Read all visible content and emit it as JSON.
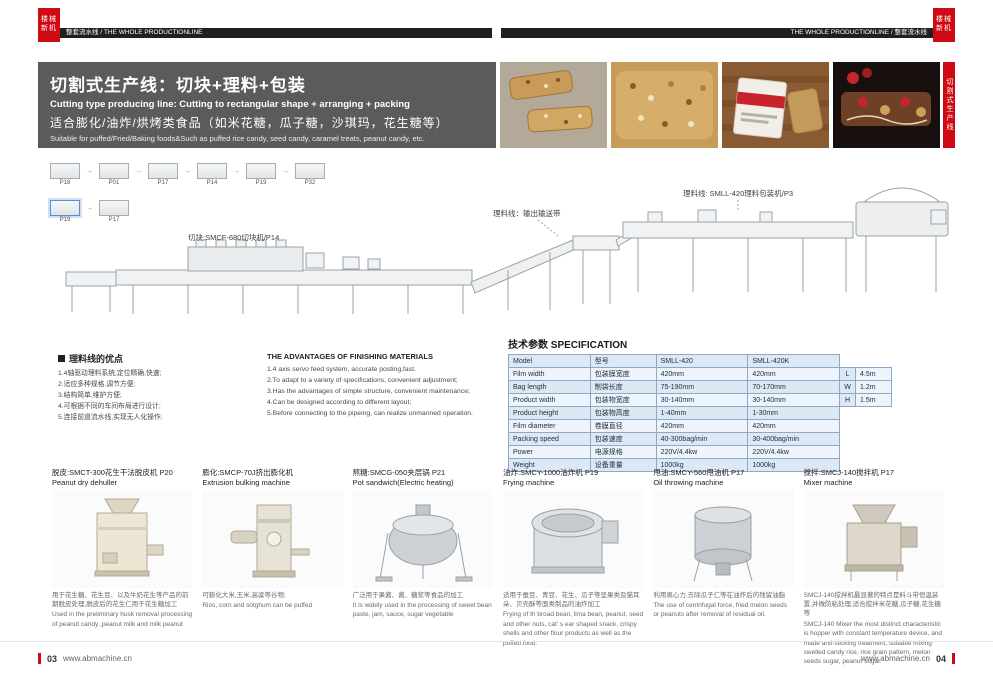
{
  "brand": {
    "logo_line1": "楼械",
    "logo_line2": "新机"
  },
  "header": {
    "left_bar": "整套流水线 / THE WHOLE PRODUCTIONLINE",
    "right_bar": "THE WHOLE PRODUCTIONLINE / 整套流水线"
  },
  "banner": {
    "title_cn": "切割式生产线：切块+理料+包装",
    "title_en": "Cutting type producing line:  Cutting to rectangular shape + arranging + packing",
    "subtitle_cn": "适合膨化/油炸/烘烤类食品（如米花糖，瓜子糖，沙琪玛，花生糖等）",
    "subtitle_en": "Suitable for puffed/Fried/Baking foods&Such as puffed rice candy, seed candy, caramel treats, peanut candy, etc.",
    "series_tab": "切割式生产线"
  },
  "diagram": {
    "flow_row1": [
      "P18",
      "P01",
      "P17",
      "P14",
      "P19",
      "P32"
    ],
    "flow_row2": [
      "P19",
      "P17"
    ],
    "label_cutter": "切块:SMCF-680切块机/P14",
    "label_conveyor": "理料线：输出输送带",
    "label_packer": "理料线: SMLL-420理料包装机/P3"
  },
  "advantages": {
    "cn_title": "理料线的优点",
    "cn_items": [
      "1.4轴驱动理料系统,定位精确,快速;",
      "2.适应多种规格,调节方便;",
      "3.结构简单,维护方便;",
      "4.可根据不同的车间布局进行设计;",
      "5.连接前道流水线,实现无人化操作;"
    ],
    "en_title": "THE ADVANTAGES OF FINISHING MATERIALS",
    "en_items": [
      "1.4 axis servo feed system, accurate posting,fast.",
      "2.To adapt to a variety of specifications, convenient adjustment;",
      "3.Has the advantages of simple structure, convenient maintenance;",
      "4.Can be designed according to different layout;",
      "5.Before connecting to the pipeing, can realize unmanned operation."
    ]
  },
  "specification": {
    "title": "技术参数 SPECIFICATION",
    "rows": [
      {
        "en": "Model",
        "cn": "型号",
        "a": "SMLL-420",
        "b": "SMLL-420K",
        "dim": "",
        "dimv": ""
      },
      {
        "en": "Film width",
        "cn": "包装膜宽度",
        "a": "420mm",
        "b": "420mm",
        "dim": "L",
        "dimv": "4.5m"
      },
      {
        "en": "Bag length",
        "cn": "制袋长度",
        "a": "75-190mm",
        "b": "70-170mm",
        "dim": "W",
        "dimv": "1.2m"
      },
      {
        "en": "Product width",
        "cn": "包装物宽度",
        "a": "30-140mm",
        "b": "30-140mm",
        "dim": "H",
        "dimv": "1.5m"
      },
      {
        "en": "Product height",
        "cn": "包装物高度",
        "a": "1-40mm",
        "b": "1-30mm",
        "dim": "",
        "dimv": ""
      },
      {
        "en": "Film diameter",
        "cn": "卷膜直径",
        "a": "420mm",
        "b": "420mm",
        "dim": "",
        "dimv": ""
      },
      {
        "en": "Packing speed",
        "cn": "包装速度",
        "a": "40-300bag/min",
        "b": "30-400bag/min",
        "dim": "",
        "dimv": ""
      },
      {
        "en": "Power",
        "cn": "电源规格",
        "a": "220V/4.4kw",
        "b": "220V/4.4kw",
        "dim": "",
        "dimv": ""
      },
      {
        "en": "Weight",
        "cn": "设备重量",
        "a": "1000kg",
        "b": "1000kg",
        "dim": "",
        "dimv": ""
      }
    ]
  },
  "machines": [
    {
      "caption_cn": "脱皮:SMCT-300花生干法脱皮机 P20",
      "caption_en": "Peanut dry dehuller",
      "desc_cn": "用于花生糖、花生豆、以及牛奶花生等产品的前期脱皮处理,脱皮后的花生仁用于花生糖加工",
      "desc_en": "Used in the preliminary husk removal processing of peanut candy ,peanut milk and milk peanut"
    },
    {
      "caption_cn": "膨化:SMCP-70J挤出膨化机",
      "caption_en": "Extrusion bulking machine",
      "desc_cn": "可膨化大米,玉米,高粱等谷物;",
      "desc_en": "Rios, corn and sotghum can be puffed"
    },
    {
      "caption_cn": "熬糖:SMCG-050夹层锅 P21",
      "caption_en": "Pot sandwich(Electric heating)",
      "desc_cn": "广泛用于果酱、酱、糖浆等食品的加工",
      "desc_en": "It is widely used in the processing of sweet bean paste, jam, sauce, sugar vegetable"
    },
    {
      "caption_cn": "油炸:SMCY-1000油炸机 P19",
      "caption_en": "Frying machine",
      "desc_cn": "适用于蚕豆、青豆、花生、瓜子等坚果类及猫耳朵、贝壳酥等面类制品的油炸加工",
      "desc_en": "Frying of th broad bean, lima bean, peanut, seed and other nuts, cat' s ear shaped snack, crispy shells and other flour products as well as the puffed food."
    },
    {
      "caption_cn": "甩油:SMCY-560甩油机 P17",
      "caption_en": "Oil throwing machine",
      "desc_cn": "利用离心力,去除瓜子仁等在油炸后的残留油脂",
      "desc_en": "The use of centrifugal force, fried melon seeds or peanuts after removal of residual oil."
    },
    {
      "caption_cn": "搅拌:SMCJ-140搅拌机 P17",
      "caption_en": "Mixer machine",
      "desc_cn": "SMCJ-140搅拌机最显著的特点是料斗带恒温装置,并做防粘处理,适合搅拌米花糖,瓜子糖,花生糖等",
      "desc_en": "SMCJ-140 Mixer the most distinct characteristic is hopper with constant temperature device, and made anti-sticking treatment, suitable mixing swelled candy rice, rice grain pattern, melon seeds sugar, peanut sugar."
    }
  ],
  "footer": {
    "left_page": "03",
    "left_url": "www.abmachine.cn",
    "right_url": "www.abmachine.cn",
    "right_page": "04"
  },
  "colors": {
    "accent_red": "#cf0a14",
    "banner_gray": "#5a5b5d",
    "header_black": "#231f20"
  }
}
